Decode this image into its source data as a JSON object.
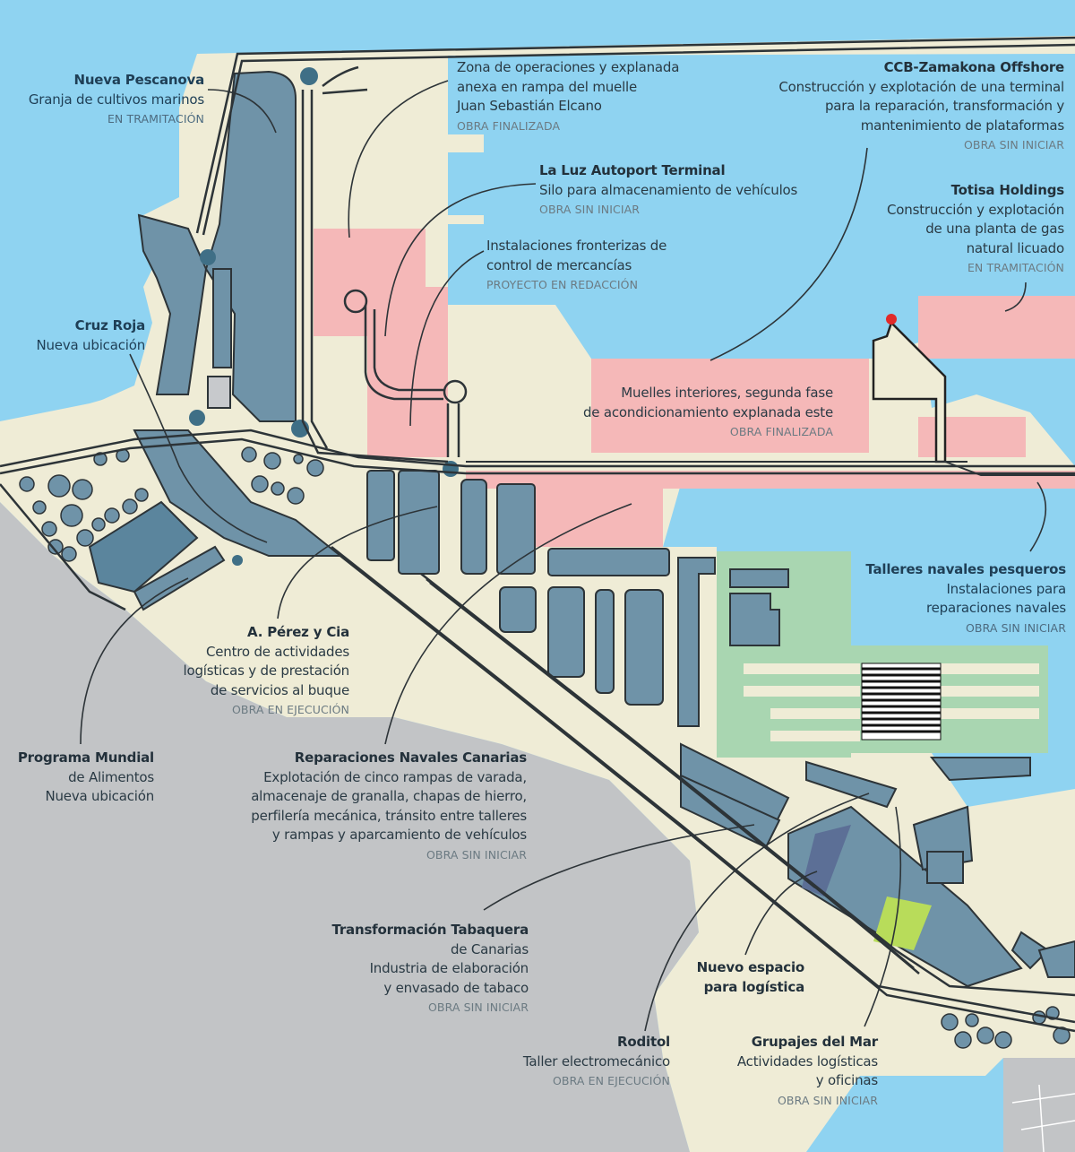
{
  "map": {
    "colors": {
      "sea": "#8fd3f1",
      "land": "#efecd6",
      "urban_gray": "#c2c4c6",
      "building": "#6f93a8",
      "building_dark": "#4f7891",
      "project_pink": "#f5b8b8",
      "project_green": "#a9d6b1",
      "highlight_lime": "#b8dc5a",
      "road_outline": "#2d3438",
      "marker_red": "#e12a2a"
    },
    "status_legend": [
      "EN TRAMITACIÓN",
      "OBRA FINALIZADA",
      "OBRA SIN INICIAR",
      "PROYECTO EN REDACCIÓN",
      "OBRA EN EJECUCIÓN"
    ]
  },
  "projects": [
    {
      "id": "nueva-pescanova",
      "title": "Nueva Pescanova",
      "desc": [
        "Granja de cultivos marinos"
      ],
      "status": "EN TRAMITACIÓN"
    },
    {
      "id": "zona-operaciones",
      "title": "",
      "desc": [
        "Zona de operaciones y explanada",
        "anexa en rampa del muelle",
        "Juan Sebastián Elcano"
      ],
      "status": "OBRA FINALIZADA"
    },
    {
      "id": "ccb-zamakona",
      "title": "CCB-Zamakona Offshore",
      "desc": [
        "Construcción y explotación de una terminal",
        "para la reparación, transformación y",
        "mantenimiento de plataformas"
      ],
      "status": "OBRA SIN INICIAR"
    },
    {
      "id": "la-luz-autoport",
      "title": "La Luz Autoport Terminal",
      "desc": [
        "Silo para almacenamiento de vehículos"
      ],
      "status": "OBRA SIN INICIAR"
    },
    {
      "id": "totisa",
      "title": "Totisa Holdings",
      "desc": [
        "Construcción y explotación",
        "de una planta de gas",
        "natural licuado"
      ],
      "status": "EN TRAMITACIÓN"
    },
    {
      "id": "instalaciones-fronterizas",
      "title": "",
      "desc": [
        "Instalaciones fronterizas de",
        "control de mercancías"
      ],
      "status": "PROYECTO EN REDACCIÓN"
    },
    {
      "id": "cruz-roja",
      "title": "",
      "desc": [
        "Cruz Roja",
        "Nueva ubicación"
      ],
      "status": ""
    },
    {
      "id": "muelles-interiores",
      "title": "",
      "desc": [
        "Muelles interiores, segunda fase",
        "de acondicionamiento explanada este"
      ],
      "status": "OBRA FINALIZADA"
    },
    {
      "id": "talleres-navales",
      "title": "Talleres navales pesqueros",
      "desc": [
        "Instalaciones para",
        "reparaciones navales"
      ],
      "status": "OBRA SIN INICIAR"
    },
    {
      "id": "perez-cia",
      "title": "A. Pérez y Cia",
      "desc": [
        "Centro de actividades",
        "logísticas y de prestación",
        "de servicios al buque"
      ],
      "status": "OBRA EN EJECUCIÓN"
    },
    {
      "id": "programa-mundial",
      "title": "",
      "desc": [
        "Programa Mundial",
        "de Alimentos",
        "Nueva ubicación"
      ],
      "status": ""
    },
    {
      "id": "reparaciones-navales",
      "title": "Reparaciones Navales Canarias",
      "desc": [
        "Explotación de cinco rampas de varada,",
        "almacenaje de granalla, chapas de hierro,",
        "perfilería mecánica, tránsito entre talleres",
        "y rampas y aparcamiento de vehículos"
      ],
      "status": "OBRA SIN INICIAR"
    },
    {
      "id": "tabaquera",
      "title": "Transformación Tabaquera",
      "desc": [
        "de Canarias",
        "Industria de elaboración",
        "y envasado de tabaco"
      ],
      "status": "OBRA SIN INICIAR"
    },
    {
      "id": "nuevo-espacio",
      "title": "",
      "desc": [
        "Nuevo espacio",
        "para logística"
      ],
      "status": ""
    },
    {
      "id": "roditol",
      "title": "Roditol",
      "desc": [
        "Taller electromecánico"
      ],
      "status": "OBRA EN EJECUCIÓN"
    },
    {
      "id": "grupajes",
      "title": "Grupajes del Mar",
      "desc": [
        "Actividades logísticas",
        "y oficinas"
      ],
      "status": "OBRA SIN INICIAR"
    }
  ]
}
